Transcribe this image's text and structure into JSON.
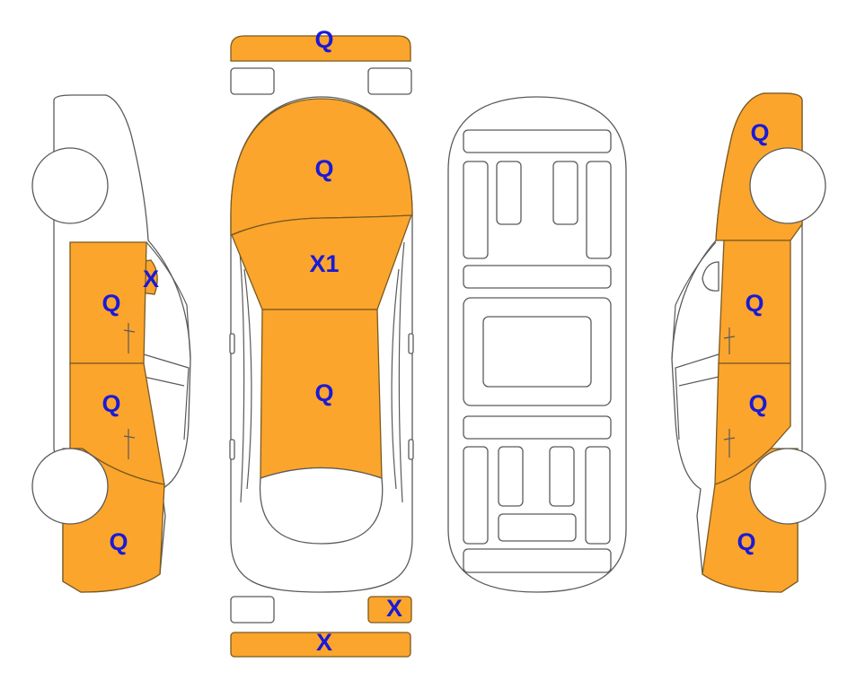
{
  "colors": {
    "damaged": "#FBA52D",
    "undamaged": "#FFFFFF",
    "outline": "#5A5A5A",
    "label": "#1A1AD6"
  },
  "parts": {
    "front_bumper": {
      "code": "Q",
      "damaged": true
    },
    "headlight_left": {
      "code": "",
      "damaged": false
    },
    "headlight_right": {
      "code": "",
      "damaged": false
    },
    "hood": {
      "code": "Q",
      "damaged": true
    },
    "windshield": {
      "code": "X1",
      "damaged": true
    },
    "roof": {
      "code": "Q",
      "damaged": true
    },
    "rear_window": {
      "code": "",
      "damaged": false
    },
    "taillight_left": {
      "code": "",
      "damaged": false
    },
    "taillight_right": {
      "code": "X",
      "damaged": true
    },
    "rear_bumper": {
      "code": "X",
      "damaged": true
    },
    "left_mirror": {
      "code": "X",
      "damaged": true
    },
    "left_front_fender": {
      "code": "",
      "damaged": false
    },
    "left_front_door": {
      "code": "Q",
      "damaged": true
    },
    "left_rear_door": {
      "code": "Q",
      "damaged": true
    },
    "left_rear_quarter": {
      "code": "Q",
      "damaged": true
    },
    "right_front_fender": {
      "code": "Q",
      "damaged": true
    },
    "right_front_door": {
      "code": "Q",
      "damaged": true
    },
    "right_rear_door": {
      "code": "Q",
      "damaged": true
    },
    "right_rear_quarter": {
      "code": "Q",
      "damaged": true
    }
  }
}
